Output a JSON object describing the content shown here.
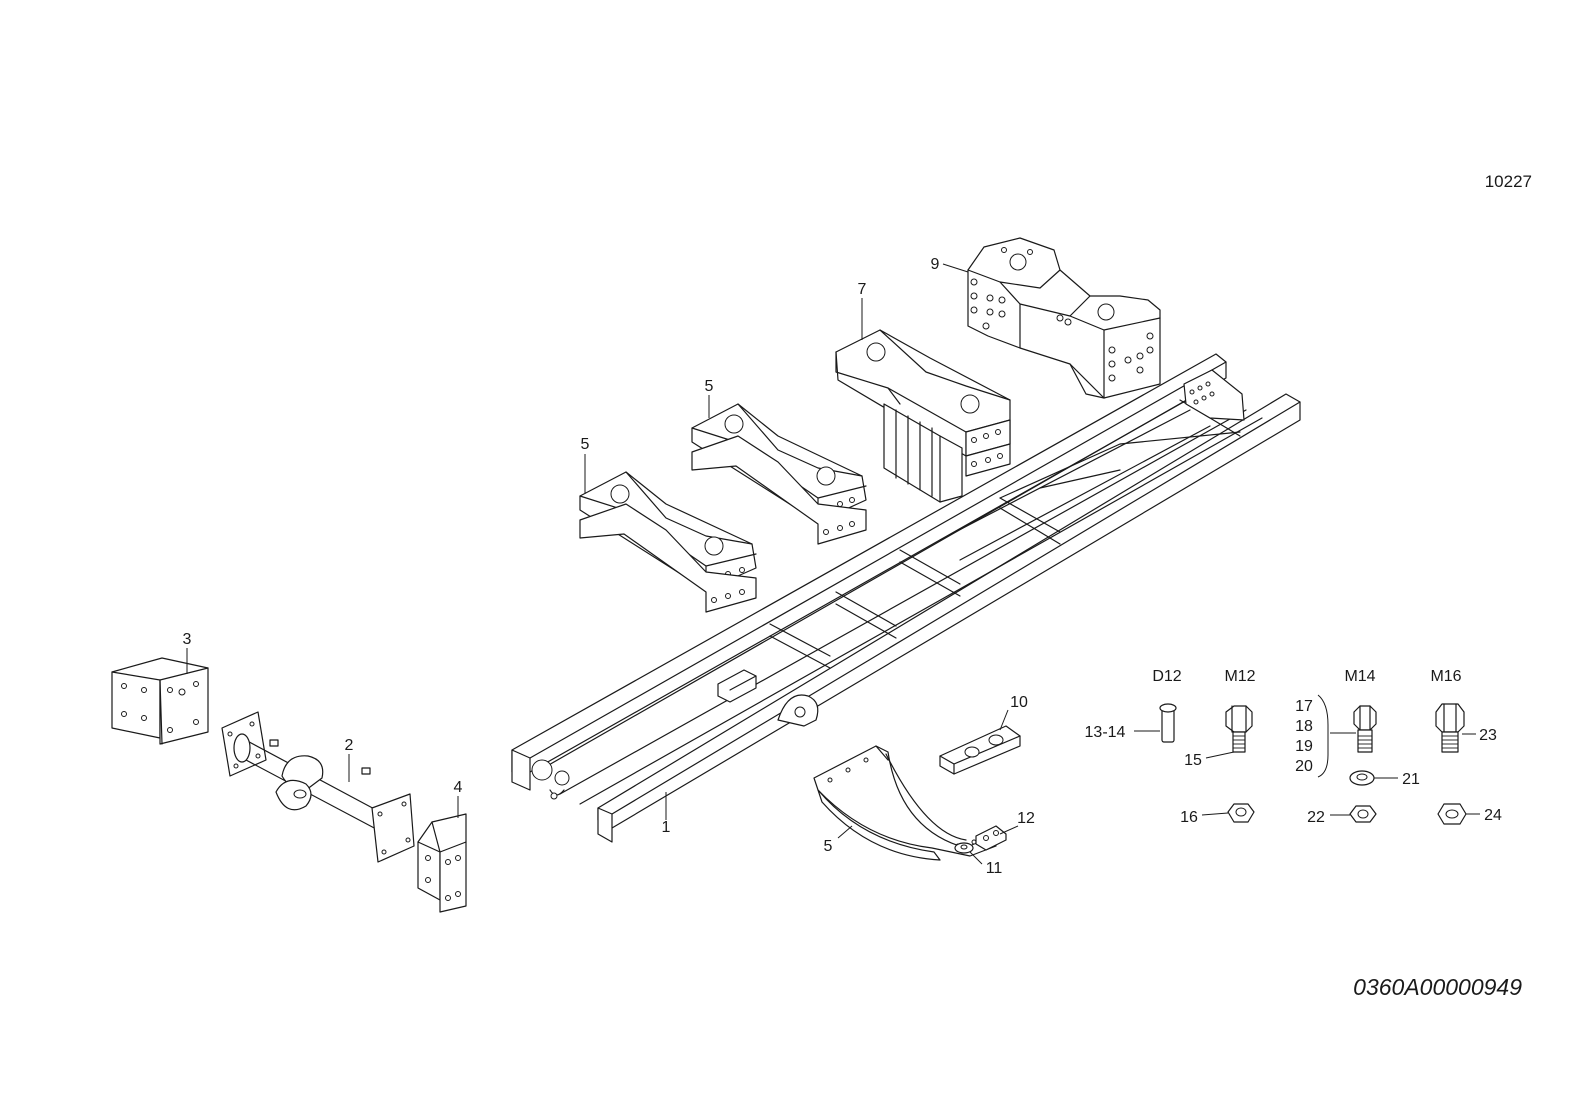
{
  "sheet_number": "10227",
  "drawing_code": "0360A00000949",
  "size_headers": {
    "d12": "D12",
    "m12": "M12",
    "m14": "M14",
    "m16": "M16"
  },
  "callouts": {
    "frame": "1",
    "tow_beam": "2",
    "left_bracket": "3",
    "right_bracket": "4",
    "cross_support_a": "5",
    "cross_support_b": "5",
    "cradle": "5",
    "tall_support": "7",
    "front_crossmember": "9",
    "clamp_plate": "10",
    "washer_11": "11",
    "nut_plate_12": "12",
    "pin_13_14": "13-14",
    "bolt_15": "15",
    "nut_16": "16",
    "bolt_17": "17",
    "bolt_18": "18",
    "bolt_19": "19",
    "bolt_20": "20",
    "washer_21": "21",
    "nut_22": "22",
    "bolt_23": "23",
    "nut_24": "24"
  }
}
